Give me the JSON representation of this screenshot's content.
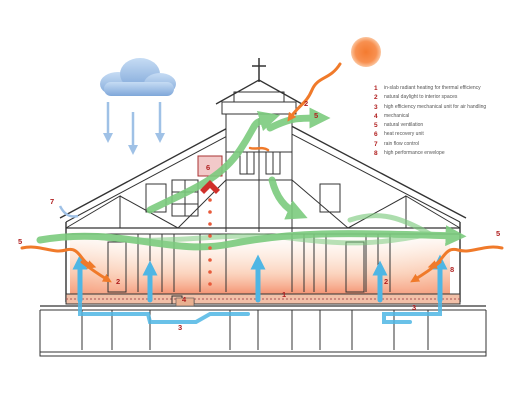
{
  "legend": [
    {
      "num": "1",
      "text": "in-slab radiant heating for thermal efficiency"
    },
    {
      "num": "2",
      "text": "natural daylight to interior spaces"
    },
    {
      "num": "3",
      "text": "high efficiency mechanical unit for air handling"
    },
    {
      "num": "4",
      "text": "mechanical"
    },
    {
      "num": "5",
      "text": "natural ventilation"
    },
    {
      "num": "6",
      "text": "heat recovery unit"
    },
    {
      "num": "7",
      "text": "rain flow control"
    },
    {
      "num": "8",
      "text": "high performance envelope"
    }
  ],
  "callouts": {
    "c1": "1",
    "c2_left": "2",
    "c2_right": "2",
    "c2_top": "2",
    "c3_left": "3",
    "c3_right": "3",
    "c4": "4",
    "c5_left": "5",
    "c5_right": "5",
    "c5_top": "5",
    "c6": "6",
    "c7": "7",
    "c8": "8"
  },
  "colors": {
    "daylight": "#f07a2a",
    "ventilation": "#7ccb7e",
    "airflow": "#4fb6e4",
    "radiant": "#e85a3a",
    "rain": "#9fc1e6",
    "sun": "#f47b30",
    "accent": "#b01e1e"
  }
}
